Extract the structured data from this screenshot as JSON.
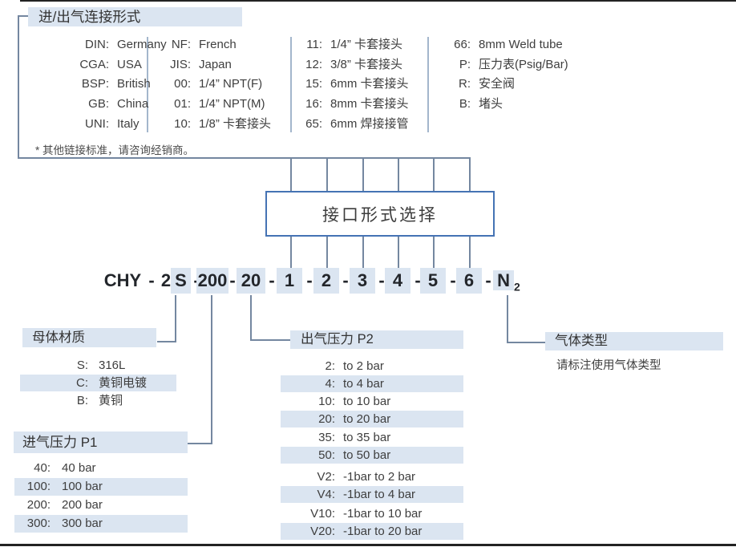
{
  "page": {
    "top_header": "进/出气连接形式",
    "footnote": "* 其他链接标准，请咨询经销商。",
    "box_title": "接口形式选择"
  },
  "connection_table": {
    "columns": [
      {
        "rows": [
          {
            "code": "DIN:",
            "value": "Germany"
          },
          {
            "code": "CGA:",
            "value": "USA"
          },
          {
            "code": "BSP:",
            "value": "British"
          },
          {
            "code": "GB:",
            "value": "China"
          },
          {
            "code": "UNI:",
            "value": "Italy"
          }
        ]
      },
      {
        "rows": [
          {
            "code": "NF:",
            "value": "French"
          },
          {
            "code": "JIS:",
            "value": "Japan"
          },
          {
            "code": "00:",
            "value": "1/4” NPT(F)"
          },
          {
            "code": "01:",
            "value": "1/4” NPT(M)"
          },
          {
            "code": "10:",
            "value": "1/8” 卡套接头"
          }
        ]
      },
      {
        "rows": [
          {
            "code": "11:",
            "value": "1/4” 卡套接头"
          },
          {
            "code": "12:",
            "value": "3/8” 卡套接头"
          },
          {
            "code": "15:",
            "value": "6mm 卡套接头"
          },
          {
            "code": "16:",
            "value": "8mm 卡套接头"
          },
          {
            "code": "65:",
            "value": "6mm 焊接接管"
          }
        ]
      },
      {
        "rows": [
          {
            "code": "66:",
            "value": "8mm Weld tube"
          },
          {
            "code": "P:",
            "value": "压力表(Psig/Bar)"
          },
          {
            "code": "R:",
            "value": "安全阀"
          },
          {
            "code": "B:",
            "value": "堵头"
          }
        ]
      }
    ]
  },
  "model_code": {
    "parts": [
      {
        "text": "CHY"
      },
      {
        "text": "-"
      },
      {
        "text": "2"
      },
      {
        "text": "S",
        "hl": true
      },
      {
        "text": "-"
      },
      {
        "text": "200",
        "hl": true
      },
      {
        "text": "-"
      },
      {
        "text": "20",
        "hl": true
      },
      {
        "text": "-"
      },
      {
        "text": "1",
        "hl": true
      },
      {
        "text": "-"
      },
      {
        "text": "2",
        "hl": true
      },
      {
        "text": "-"
      },
      {
        "text": "3",
        "hl": true
      },
      {
        "text": "-"
      },
      {
        "text": "4",
        "hl": true
      },
      {
        "text": "-"
      },
      {
        "text": "5",
        "hl": true
      },
      {
        "text": "-"
      },
      {
        "text": "6",
        "hl": true
      },
      {
        "text": "-"
      },
      {
        "text": "N",
        "sub": "2",
        "hl": true
      }
    ]
  },
  "sections": {
    "material": {
      "title": "母体材质",
      "rows": [
        {
          "code": "S:",
          "value": "316L"
        },
        {
          "code": "C:",
          "value": "黄铜电镀",
          "hl": true
        },
        {
          "code": "B:",
          "value": "黄铜"
        }
      ]
    },
    "inlet": {
      "title": "进气压力 P1",
      "rows": [
        {
          "code": "40:",
          "value": "40 bar"
        },
        {
          "code": "100:",
          "value": "100 bar",
          "hl": true
        },
        {
          "code": "200:",
          "value": "200 bar"
        },
        {
          "code": "300:",
          "value": "300 bar",
          "hl": true
        }
      ]
    },
    "outlet": {
      "title": "出气压力 P2",
      "rows": [
        {
          "code": "2:",
          "value": "to 2 bar"
        },
        {
          "code": "4:",
          "value": "to 4 bar",
          "hl": true
        },
        {
          "code": "10:",
          "value": "to 10 bar"
        },
        {
          "code": "20:",
          "value": "to 20 bar",
          "hl": true
        },
        {
          "code": "35:",
          "value": "to 35 bar"
        },
        {
          "code": "50:",
          "value": "to 50 bar",
          "hl": true
        },
        {
          "code": "V2:",
          "value": "-1bar to 2 bar"
        },
        {
          "code": "V4:",
          "value": "-1bar to 4 bar",
          "hl": true
        },
        {
          "code": "V10:",
          "value": "-1bar to 10 bar"
        },
        {
          "code": "V20:",
          "value": "-1bar to 20 bar",
          "hl": true
        }
      ]
    },
    "gas": {
      "title": "气体类型",
      "note": "请标注使用气体类型"
    }
  },
  "colors": {
    "highlight": "#dbe5f1",
    "box_border": "#4573b4",
    "line": "#7487a0",
    "divider": "#a3b6cc",
    "page_edge": "#222222"
  }
}
